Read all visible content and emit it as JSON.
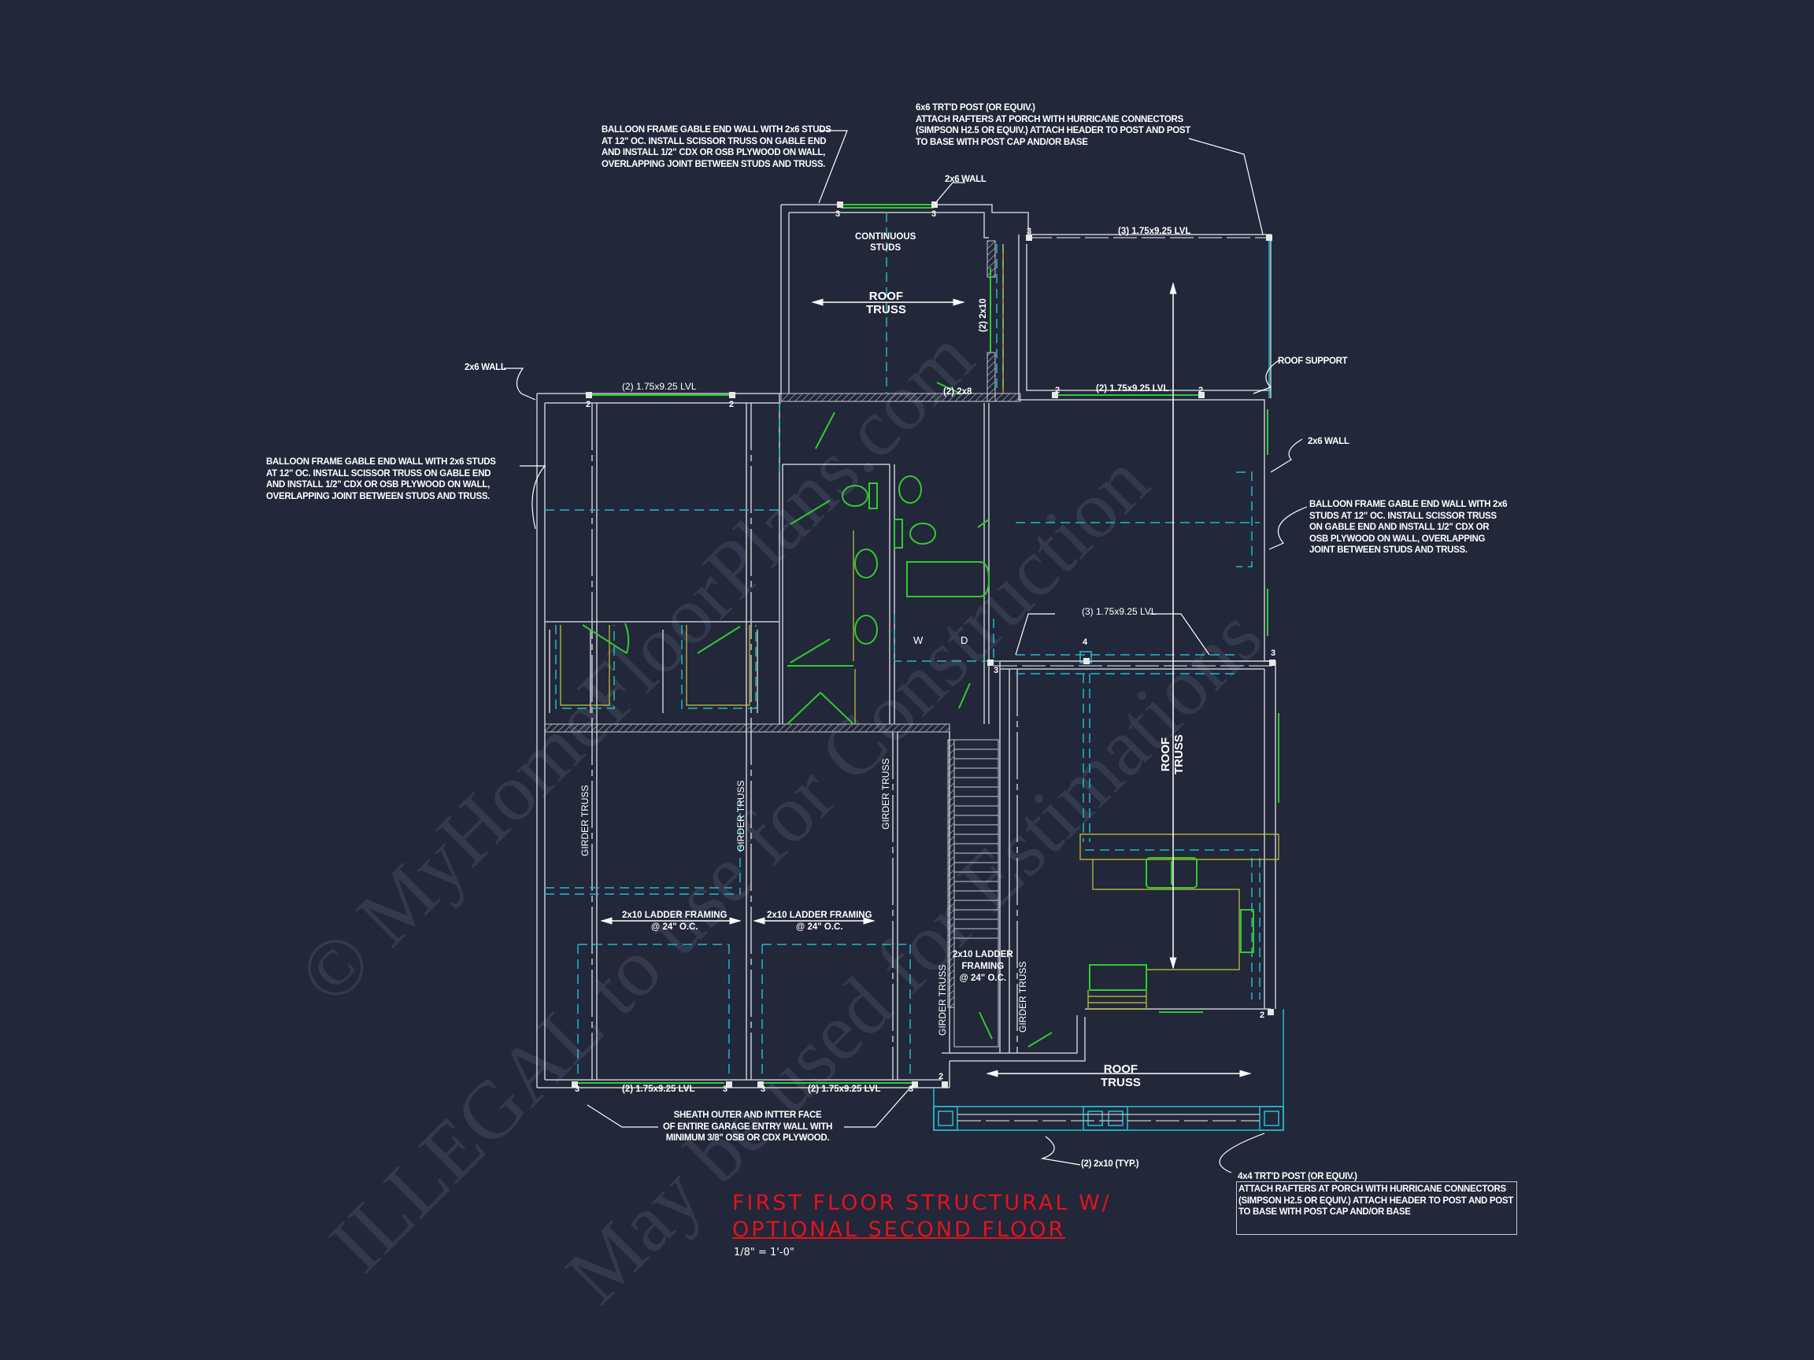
{
  "drawing": {
    "title_line1": "FIRST FLOOR STRUCTURAL W/",
    "title_line2": "OPTIONAL SECOND FLOOR",
    "scale": "1/8\" = 1'-0\"",
    "colors": {
      "background": "#222739",
      "wall": "#c8cad2",
      "fixture_green": "#2ecc2e",
      "dashed_cyan": "#22b8c8",
      "counter_yellow": "#c8c83c",
      "title_red": "#e0141e",
      "text": "#ffffff"
    }
  },
  "watermarks": [
    "© MyHomeFloorPlans.com",
    "ILLEGAL to use for Construction",
    "May be used for Estimations"
  ],
  "notes": {
    "top_left_gable": "BALLOON FRAME GABLE END WALL WITH 2x6 STUDS\nAT 12\" OC. INSTALL SCISSOR TRUSS ON GABLE END\nAND INSTALL 1/2\" CDX OR OSB PLYWOOD ON WALL,\nOVERLAPPING JOINT BETWEEN STUDS AND TRUSS.",
    "top_right_post": "6x6 TRT'D POST (OR EQUIV.)\nATTACH RAFTERS AT PORCH WITH HURRICANE CONNECTORS\n(SIMPSON H2.5 OR EQUIV.) ATTACH HEADER TO POST AND POST\nTO BASE WITH POST CAP AND/OR BASE",
    "top_2x6_wall": "2x6 WALL",
    "left_2x6_wall": "2x6 WALL",
    "left_gable": "BALLOON FRAME GABLE END WALL WITH 2x6 STUDS\nAT 12\" OC. INSTALL SCISSOR TRUSS ON GABLE END\nAND INSTALL 1/2\" CDX OR OSB PLYWOOD ON WALL,\nOVERLAPPING JOINT BETWEEN STUDS AND TRUSS.",
    "roof_support": "ROOF SUPPORT",
    "right_2x6_wall": "2x6 WALL",
    "right_gable": "BALLOON FRAME GABLE END WALL WITH 2x6\nSTUDS AT 12\" OC. INSTALL SCISSOR TRUSS\nON GABLE END AND INSTALL 1/2\" CDX OR\nOSB PLYWOOD ON WALL, OVERLAPPING\nJOINT BETWEEN STUDS AND TRUSS.",
    "sheath": "SHEATH OUTER AND INTTER FACE\nOF ENTIRE GARAGE ENTRY WALL WITH\nMINIMUM 3/8\" OSB OR CDX PLYWOOD.",
    "porch_beam": "(2) 2x10 (TYP.)",
    "bottom_post_title": "4x4 TRT'D POST (OR EQUIV.)",
    "bottom_post_body": "ATTACH RAFTERS AT PORCH WITH HURRICANE CONNECTORS\n(SIMPSON H2.5 OR EQUIV.) ATTACH HEADER TO POST AND POST\nTO BASE WITH POST CAP AND/OR BASE"
  },
  "labels": {
    "continuous_studs": "CONTINUOUS\nSTUDS",
    "roof_truss_top": "ROOF\nTRUSS",
    "roof_truss_right": "ROOF\nTRUSS",
    "roof_truss_porch": "ROOF\nTRUSS",
    "lvl_top_right": "(3) 1.75x9.25 LVL",
    "lvl_bedroom": "(2) 1.75x9.25 LVL",
    "lvl_great_room": "(2) 1.75x9.25 LVL",
    "lvl_mid": "(3) 1.75x9.25 LVL",
    "lvl_garage_left": "(2) 1.75x9.25 LVL",
    "lvl_garage_right": "(2) 1.75x9.25 LVL",
    "header_2x10": "(2) 2x10",
    "header_2x8": "(2) 2x8",
    "girder_truss_1": "GIRDER TRUSS",
    "girder_truss_2": "GIRDER TRUSS",
    "girder_truss_3": "GIRDER TRUSS",
    "girder_truss_4": "GIRDER TRUSS",
    "girder_truss_5": "GIRDER TRUSS",
    "ladder_left": "2x10 LADDER FRAMING\n@ 24\" O.C.",
    "ladder_mid": "2x10 LADDER FRAMING\n@ 24\" O.C.",
    "ladder_stair": "2x10 LADDER\nFRAMING\n@ 24\" O.C.",
    "washer": "W",
    "dryer": "D",
    "post_marks": [
      "3",
      "3",
      "3",
      "2",
      "2",
      "2",
      "2",
      "4",
      "3",
      "3",
      "3",
      "3",
      "3",
      "3",
      "2",
      "2"
    ]
  }
}
